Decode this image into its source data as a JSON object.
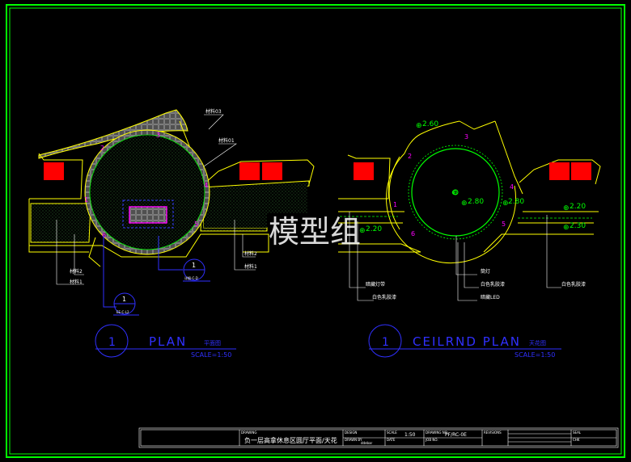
{
  "plan": {
    "number": "1",
    "title": "PLAN",
    "subtitle": "平面图",
    "scale": "SCALE=1:50",
    "labels": {
      "mat03": "材料03",
      "mat01": "材料01",
      "mat02_left": "材料2",
      "mat01_left": "材料1",
      "mat02_right": "材料2",
      "mat01_right": "材料1",
      "detail_num": "1",
      "detail_ref": "详细-C-D",
      "detail_num2": "1",
      "detail_ref2": "EE-C-L2"
    }
  },
  "ceiling": {
    "number": "1",
    "title": "CEILRND PLAN",
    "subtitle": "天花图",
    "scale": "SCALE=1:50",
    "levels": {
      "l260": "2.60",
      "l280a": "2.80",
      "l280b": "2.80",
      "l220a": "2.20",
      "l220b": "2.20",
      "l230": "2.30"
    },
    "points": {
      "p1": "1",
      "p2": "2",
      "p3": "3",
      "p4": "4",
      "p5": "5",
      "p6": "6"
    },
    "notes": {
      "n1": "暗藏灯带",
      "n2": "白色乳胶漆",
      "n3": "筒灯",
      "n4": "白色乳胶漆",
      "n5": "暗藏LED",
      "n6": "白色乳胶漆"
    }
  },
  "plan_points": {
    "p1": "1",
    "p2": "2",
    "p3": "3",
    "p4": "4",
    "p5": "5",
    "p6": "6"
  },
  "watermark": "模型组",
  "titleblock": {
    "drawing_label": "DRAWING",
    "drawing_title": "负一层高拿休息区圆厅平面/天花",
    "design_label": "DESIGN",
    "drawn_label": "DRAWN BY",
    "drawn_value": "ddebar",
    "scale_label": "SCALE",
    "scale_value": "1:50",
    "date_label": "DATE",
    "drawing_no_label": "DRAWING NO.",
    "drawing_no_value": "PF/RC-0E",
    "job_no_label": "JOB NO.",
    "revisions_label": "REVISIONS",
    "seal_label": "SEAL",
    "chk_label": "CHK"
  },
  "colors": {
    "frame": "#00ff00",
    "line": "#ffff00",
    "circle": "#00ff00",
    "fill_red": "#ff0000",
    "annot": "#ffffff",
    "magenta": "#ff00ff",
    "blue": "#3030ff",
    "cyan": "#00ffff"
  }
}
